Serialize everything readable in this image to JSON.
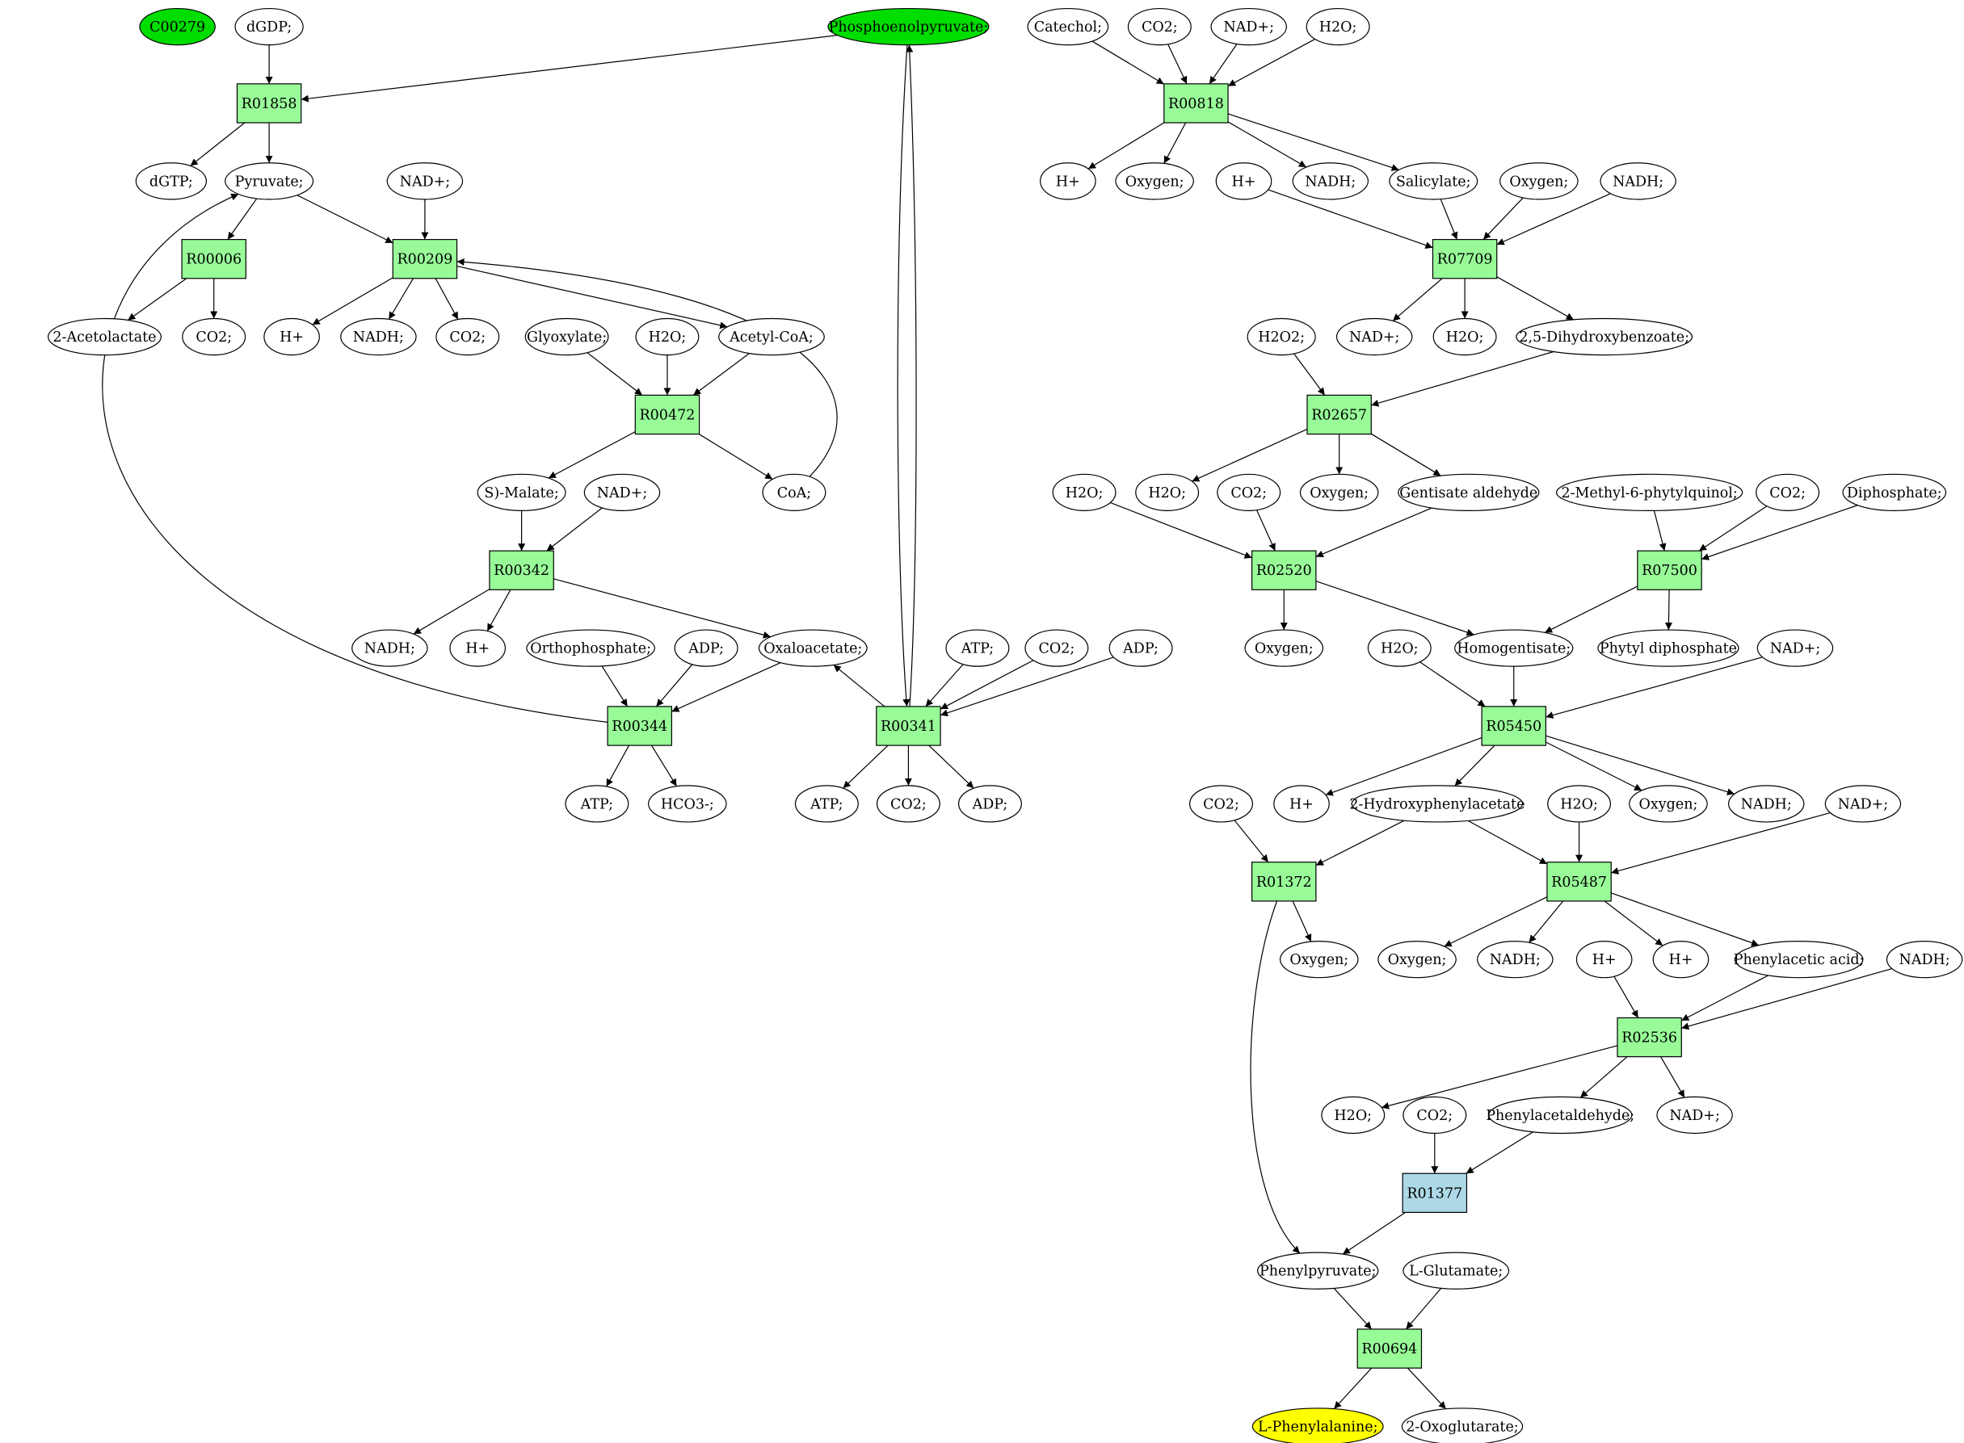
{
  "colors": {
    "reaction": "#98fb98",
    "reaction_alt": "#add8e6",
    "compound": "#ffffff",
    "source": "#00dd00",
    "target": "#ffff00"
  },
  "nodes": [
    {
      "id": "C00279",
      "label": "C00279",
      "shape": "ellipse",
      "fill": "source"
    },
    {
      "id": "dGDP",
      "label": "dGDP;",
      "shape": "ellipse",
      "fill": "compound"
    },
    {
      "id": "PEP",
      "label": "Phosphoenolpyruvate;",
      "shape": "ellipse",
      "fill": "source"
    },
    {
      "id": "R01858",
      "label": "R01858",
      "shape": "box",
      "fill": "reaction"
    },
    {
      "id": "dGTP",
      "label": "dGTP;",
      "shape": "ellipse",
      "fill": "compound"
    },
    {
      "id": "Pyruvate",
      "label": "Pyruvate;",
      "shape": "ellipse",
      "fill": "compound"
    },
    {
      "id": "NADp_1",
      "label": "NAD+;",
      "shape": "ellipse",
      "fill": "compound"
    },
    {
      "id": "R00006",
      "label": "R00006",
      "shape": "box",
      "fill": "reaction"
    },
    {
      "id": "R00209",
      "label": "R00209",
      "shape": "box",
      "fill": "reaction"
    },
    {
      "id": "Acetolactate",
      "label": "2-Acetolactate",
      "shape": "ellipse",
      "fill": "compound"
    },
    {
      "id": "CO2_1",
      "label": "CO2;",
      "shape": "ellipse",
      "fill": "compound"
    },
    {
      "id": "Hp_1",
      "label": "H+",
      "shape": "ellipse",
      "fill": "compound"
    },
    {
      "id": "NADH_1",
      "label": "NADH;",
      "shape": "ellipse",
      "fill": "compound"
    },
    {
      "id": "CO2_2",
      "label": "CO2;",
      "shape": "ellipse",
      "fill": "compound"
    },
    {
      "id": "Glyoxylate",
      "label": "Glyoxylate;",
      "shape": "ellipse",
      "fill": "compound"
    },
    {
      "id": "H2O_1",
      "label": "H2O;",
      "shape": "ellipse",
      "fill": "compound"
    },
    {
      "id": "AcCoA",
      "label": "Acetyl-CoA;",
      "shape": "ellipse",
      "fill": "compound"
    },
    {
      "id": "R00472",
      "label": "R00472",
      "shape": "box",
      "fill": "reaction"
    },
    {
      "id": "SMalate",
      "label": "S)-Malate;",
      "shape": "ellipse",
      "fill": "compound"
    },
    {
      "id": "NADp_2",
      "label": "NAD+;",
      "shape": "ellipse",
      "fill": "compound"
    },
    {
      "id": "CoA",
      "label": "CoA;",
      "shape": "ellipse",
      "fill": "compound"
    },
    {
      "id": "R00342",
      "label": "R00342",
      "shape": "box",
      "fill": "reaction"
    },
    {
      "id": "NADH_2",
      "label": "NADH;",
      "shape": "ellipse",
      "fill": "compound"
    },
    {
      "id": "Hp_2",
      "label": "H+",
      "shape": "ellipse",
      "fill": "compound"
    },
    {
      "id": "Orthophosphate",
      "label": "Orthophosphate;",
      "shape": "ellipse",
      "fill": "compound"
    },
    {
      "id": "ADP_1",
      "label": "ADP;",
      "shape": "ellipse",
      "fill": "compound"
    },
    {
      "id": "Oxaloacetate",
      "label": "Oxaloacetate;",
      "shape": "ellipse",
      "fill": "compound"
    },
    {
      "id": "ATP_1",
      "label": "ATP;",
      "shape": "ellipse",
      "fill": "compound"
    },
    {
      "id": "CO2_3",
      "label": "CO2;",
      "shape": "ellipse",
      "fill": "compound"
    },
    {
      "id": "ADP_2",
      "label": "ADP;",
      "shape": "ellipse",
      "fill": "compound"
    },
    {
      "id": "R00344",
      "label": "R00344",
      "shape": "box",
      "fill": "reaction"
    },
    {
      "id": "R00341",
      "label": "R00341",
      "shape": "box",
      "fill": "reaction"
    },
    {
      "id": "ATP_2",
      "label": "ATP;",
      "shape": "ellipse",
      "fill": "compound"
    },
    {
      "id": "HCO3",
      "label": "HCO3-;",
      "shape": "ellipse",
      "fill": "compound"
    },
    {
      "id": "ATP_3",
      "label": "ATP;",
      "shape": "ellipse",
      "fill": "compound"
    },
    {
      "id": "CO2_4",
      "label": "CO2;",
      "shape": "ellipse",
      "fill": "compound"
    },
    {
      "id": "ADP_3",
      "label": "ADP;",
      "shape": "ellipse",
      "fill": "compound"
    },
    {
      "id": "Catechol",
      "label": "Catechol;",
      "shape": "ellipse",
      "fill": "compound"
    },
    {
      "id": "CO2_5",
      "label": "CO2;",
      "shape": "ellipse",
      "fill": "compound"
    },
    {
      "id": "NADp_3",
      "label": "NAD+;",
      "shape": "ellipse",
      "fill": "compound"
    },
    {
      "id": "H2O_2",
      "label": "H2O;",
      "shape": "ellipse",
      "fill": "compound"
    },
    {
      "id": "R00818",
      "label": "R00818",
      "shape": "box",
      "fill": "reaction"
    },
    {
      "id": "Hp_3",
      "label": "H+",
      "shape": "ellipse",
      "fill": "compound"
    },
    {
      "id": "Oxygen_1",
      "label": "Oxygen;",
      "shape": "ellipse",
      "fill": "compound"
    },
    {
      "id": "Hp_4",
      "label": "H+",
      "shape": "ellipse",
      "fill": "compound"
    },
    {
      "id": "NADH_3",
      "label": "NADH;",
      "shape": "ellipse",
      "fill": "compound"
    },
    {
      "id": "Salicylate",
      "label": "Salicylate;",
      "shape": "ellipse",
      "fill": "compound"
    },
    {
      "id": "Oxygen_2",
      "label": "Oxygen;",
      "shape": "ellipse",
      "fill": "compound"
    },
    {
      "id": "NADH_4",
      "label": "NADH;",
      "shape": "ellipse",
      "fill": "compound"
    },
    {
      "id": "R07709",
      "label": "R07709",
      "shape": "box",
      "fill": "reaction"
    },
    {
      "id": "NADp_4",
      "label": "NAD+;",
      "shape": "ellipse",
      "fill": "compound"
    },
    {
      "id": "H2O_3",
      "label": "H2O;",
      "shape": "ellipse",
      "fill": "compound"
    },
    {
      "id": "DHB",
      "label": "2,5-Dihydroxybenzoate;",
      "shape": "ellipse",
      "fill": "compound"
    },
    {
      "id": "H2O2",
      "label": "H2O2;",
      "shape": "ellipse",
      "fill": "compound"
    },
    {
      "id": "R02657",
      "label": "R02657",
      "shape": "box",
      "fill": "reaction"
    },
    {
      "id": "H2O_4",
      "label": "H2O;",
      "shape": "ellipse",
      "fill": "compound"
    },
    {
      "id": "H2O_5",
      "label": "H2O;",
      "shape": "ellipse",
      "fill": "compound"
    },
    {
      "id": "CO2_6",
      "label": "CO2;",
      "shape": "ellipse",
      "fill": "compound"
    },
    {
      "id": "Oxygen_3",
      "label": "Oxygen;",
      "shape": "ellipse",
      "fill": "compound"
    },
    {
      "id": "GentAld",
      "label": "Gentisate aldehyde",
      "shape": "ellipse",
      "fill": "compound"
    },
    {
      "id": "MPQ",
      "label": "2-Methyl-6-phytylquinol;",
      "shape": "ellipse",
      "fill": "compound"
    },
    {
      "id": "CO2_7",
      "label": "CO2;",
      "shape": "ellipse",
      "fill": "compound"
    },
    {
      "id": "Diphosphate",
      "label": "Diphosphate;",
      "shape": "ellipse",
      "fill": "compound"
    },
    {
      "id": "R02520",
      "label": "R02520",
      "shape": "box",
      "fill": "reaction"
    },
    {
      "id": "R07500",
      "label": "R07500",
      "shape": "box",
      "fill": "reaction"
    },
    {
      "id": "Oxygen_4",
      "label": "Oxygen;",
      "shape": "ellipse",
      "fill": "compound"
    },
    {
      "id": "H2O_6",
      "label": "H2O;",
      "shape": "ellipse",
      "fill": "compound"
    },
    {
      "id": "Homogentisate",
      "label": "Homogentisate;",
      "shape": "ellipse",
      "fill": "compound"
    },
    {
      "id": "PhytylPP",
      "label": "Phytyl diphosphate",
      "shape": "ellipse",
      "fill": "compound"
    },
    {
      "id": "NADp_5",
      "label": "NAD+;",
      "shape": "ellipse",
      "fill": "compound"
    },
    {
      "id": "R05450",
      "label": "R05450",
      "shape": "box",
      "fill": "reaction"
    },
    {
      "id": "CO2_8",
      "label": "CO2;",
      "shape": "ellipse",
      "fill": "compound"
    },
    {
      "id": "Hp_5",
      "label": "H+",
      "shape": "ellipse",
      "fill": "compound"
    },
    {
      "id": "HPA",
      "label": "2-Hydroxyphenylacetate",
      "shape": "ellipse",
      "fill": "compound"
    },
    {
      "id": "H2O_7",
      "label": "H2O;",
      "shape": "ellipse",
      "fill": "compound"
    },
    {
      "id": "Oxygen_5",
      "label": "Oxygen;",
      "shape": "ellipse",
      "fill": "compound"
    },
    {
      "id": "NADH_5",
      "label": "NADH;",
      "shape": "ellipse",
      "fill": "compound"
    },
    {
      "id": "NADp_6",
      "label": "NAD+;",
      "shape": "ellipse",
      "fill": "compound"
    },
    {
      "id": "R01372",
      "label": "R01372",
      "shape": "box",
      "fill": "reaction"
    },
    {
      "id": "R05487",
      "label": "R05487",
      "shape": "box",
      "fill": "reaction"
    },
    {
      "id": "Oxygen_6",
      "label": "Oxygen;",
      "shape": "ellipse",
      "fill": "compound"
    },
    {
      "id": "Oxygen_7",
      "label": "Oxygen;",
      "shape": "ellipse",
      "fill": "compound"
    },
    {
      "id": "NADH_6",
      "label": "NADH;",
      "shape": "ellipse",
      "fill": "compound"
    },
    {
      "id": "Hp_6",
      "label": "H+",
      "shape": "ellipse",
      "fill": "compound"
    },
    {
      "id": "Hp_7",
      "label": "H+",
      "shape": "ellipse",
      "fill": "compound"
    },
    {
      "id": "PhenAcid",
      "label": "Phenylacetic acid;",
      "shape": "ellipse",
      "fill": "compound"
    },
    {
      "id": "NADH_7",
      "label": "NADH;",
      "shape": "ellipse",
      "fill": "compound"
    },
    {
      "id": "R02536",
      "label": "R02536",
      "shape": "box",
      "fill": "reaction"
    },
    {
      "id": "H2O_8",
      "label": "H2O;",
      "shape": "ellipse",
      "fill": "compound"
    },
    {
      "id": "CO2_9",
      "label": "CO2;",
      "shape": "ellipse",
      "fill": "compound"
    },
    {
      "id": "PhenAld",
      "label": "Phenylacetaldehyde;",
      "shape": "ellipse",
      "fill": "compound"
    },
    {
      "id": "NADp_7",
      "label": "NAD+;",
      "shape": "ellipse",
      "fill": "compound"
    },
    {
      "id": "R01377",
      "label": "R01377",
      "shape": "box",
      "fill": "reaction_alt"
    },
    {
      "id": "Phenylpyruvate",
      "label": "Phenylpyruvate;",
      "shape": "ellipse",
      "fill": "compound"
    },
    {
      "id": "LGlutamate",
      "label": "L-Glutamate;",
      "shape": "ellipse",
      "fill": "compound"
    },
    {
      "id": "R00694",
      "label": "R00694",
      "shape": "box",
      "fill": "reaction"
    },
    {
      "id": "LPhe",
      "label": "L-Phenylalanine;",
      "shape": "ellipse",
      "fill": "target"
    },
    {
      "id": "Oxoglutarate",
      "label": "2-Oxoglutarate;",
      "shape": "ellipse",
      "fill": "compound"
    }
  ],
  "edges": [
    [
      "dGDP",
      "R01858"
    ],
    [
      "PEP",
      "R01858"
    ],
    [
      "R01858",
      "dGTP"
    ],
    [
      "R01858",
      "Pyruvate"
    ],
    [
      "Pyruvate",
      "R00006"
    ],
    [
      "Pyruvate",
      "R00209"
    ],
    [
      "NADp_1",
      "R00209"
    ],
    [
      "R00006",
      "Acetolactate"
    ],
    [
      "R00006",
      "CO2_1"
    ],
    [
      "R00209",
      "Hp_1"
    ],
    [
      "R00209",
      "NADH_1"
    ],
    [
      "R00209",
      "CO2_2"
    ],
    [
      "R00209",
      "AcCoA"
    ],
    [
      "Glyoxylate",
      "R00472"
    ],
    [
      "H2O_1",
      "R00472"
    ],
    [
      "AcCoA",
      "R00472"
    ],
    [
      "R00472",
      "SMalate"
    ],
    [
      "R00472",
      "CoA"
    ],
    [
      "CoA",
      "R00209"
    ],
    [
      "SMalate",
      "R00342"
    ],
    [
      "NADp_2",
      "R00342"
    ],
    [
      "R00342",
      "NADH_2"
    ],
    [
      "R00342",
      "Hp_2"
    ],
    [
      "R00342",
      "Oxaloacetate"
    ],
    [
      "Orthophosphate",
      "R00344"
    ],
    [
      "ADP_1",
      "R00344"
    ],
    [
      "Oxaloacetate",
      "R00344"
    ],
    [
      "R00344",
      "Pyruvate"
    ],
    [
      "R00344",
      "ATP_2"
    ],
    [
      "R00344",
      "HCO3"
    ],
    [
      "R00341",
      "Oxaloacetate"
    ],
    [
      "PEP",
      "R00341"
    ],
    [
      "R00341",
      "PEP"
    ],
    [
      "ATP_1",
      "R00341"
    ],
    [
      "CO2_3",
      "R00341"
    ],
    [
      "ADP_2",
      "R00341"
    ],
    [
      "R00341",
      "ATP_3"
    ],
    [
      "R00341",
      "CO2_4"
    ],
    [
      "R00341",
      "ADP_3"
    ],
    [
      "Catechol",
      "R00818"
    ],
    [
      "CO2_5",
      "R00818"
    ],
    [
      "NADp_3",
      "R00818"
    ],
    [
      "H2O_2",
      "R00818"
    ],
    [
      "R00818",
      "Hp_3"
    ],
    [
      "R00818",
      "Oxygen_1"
    ],
    [
      "R00818",
      "NADH_3"
    ],
    [
      "R00818",
      "Salicylate"
    ],
    [
      "Hp_4",
      "R07709"
    ],
    [
      "Salicylate",
      "R07709"
    ],
    [
      "Oxygen_2",
      "R07709"
    ],
    [
      "NADH_4",
      "R07709"
    ],
    [
      "R07709",
      "NADp_4"
    ],
    [
      "R07709",
      "H2O_3"
    ],
    [
      "R07709",
      "DHB"
    ],
    [
      "H2O2",
      "R02657"
    ],
    [
      "DHB",
      "R02657"
    ],
    [
      "R02657",
      "H2O_5"
    ],
    [
      "R02657",
      "Oxygen_3"
    ],
    [
      "R02657",
      "GentAld"
    ],
    [
      "H2O_4",
      "R02520"
    ],
    [
      "CO2_6",
      "R02520"
    ],
    [
      "GentAld",
      "R02520"
    ],
    [
      "MPQ",
      "R07500"
    ],
    [
      "CO2_7",
      "R07500"
    ],
    [
      "Diphosphate",
      "R07500"
    ],
    [
      "R02520",
      "Oxygen_4"
    ],
    [
      "R02520",
      "Homogentisate"
    ],
    [
      "R07500",
      "Homogentisate"
    ],
    [
      "R07500",
      "PhytylPP"
    ],
    [
      "H2O_6",
      "R05450"
    ],
    [
      "Homogentisate",
      "R05450"
    ],
    [
      "NADp_5",
      "R05450"
    ],
    [
      "R05450",
      "Hp_5"
    ],
    [
      "R05450",
      "HPA"
    ],
    [
      "R05450",
      "Oxygen_5"
    ],
    [
      "R05450",
      "NADH_5"
    ],
    [
      "CO2_8",
      "R01372"
    ],
    [
      "HPA",
      "R01372"
    ],
    [
      "HPA",
      "R05487"
    ],
    [
      "H2O_7",
      "R05487"
    ],
    [
      "NADp_6",
      "R05487"
    ],
    [
      "R01372",
      "Oxygen_6"
    ],
    [
      "R01372",
      "Phenylpyruvate"
    ],
    [
      "R05487",
      "Oxygen_7"
    ],
    [
      "R05487",
      "NADH_6"
    ],
    [
      "R05487",
      "Hp_7"
    ],
    [
      "R05487",
      "PhenAcid"
    ],
    [
      "Hp_6",
      "R02536"
    ],
    [
      "PhenAcid",
      "R02536"
    ],
    [
      "NADH_7",
      "R02536"
    ],
    [
      "R02536",
      "H2O_8"
    ],
    [
      "R02536",
      "PhenAld"
    ],
    [
      "R02536",
      "NADp_7"
    ],
    [
      "CO2_9",
      "R01377"
    ],
    [
      "PhenAld",
      "R01377"
    ],
    [
      "R01377",
      "Phenylpyruvate"
    ],
    [
      "Phenylpyruvate",
      "R00694"
    ],
    [
      "LGlutamate",
      "R00694"
    ],
    [
      "R00694",
      "LPhe"
    ],
    [
      "R00694",
      "Oxoglutarate"
    ]
  ]
}
